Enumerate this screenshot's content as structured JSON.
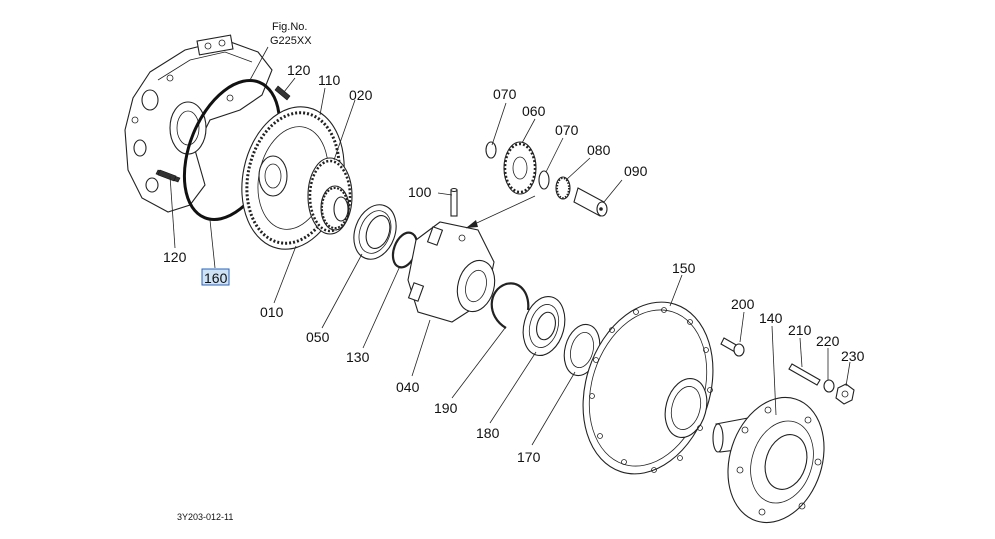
{
  "figure": {
    "fig_no_label": "Fig.No.",
    "fig_no_value": "G225XX",
    "drawing_code": "3Y203-012-11"
  },
  "callouts": {
    "c120a": "120",
    "c110": "110",
    "c020": "020",
    "c120b": "120",
    "c160": "160",
    "c010": "010",
    "c050": "050",
    "c130": "130",
    "c100": "100",
    "c040": "040",
    "c070a": "070",
    "c060": "060",
    "c070b": "070",
    "c080": "080",
    "c090": "090",
    "c190": "190",
    "c180": "180",
    "c170": "170",
    "c150": "150",
    "c200": "200",
    "c140": "140",
    "c210": "210",
    "c220": "220",
    "c230": "230"
  },
  "selected_callout": "160"
}
